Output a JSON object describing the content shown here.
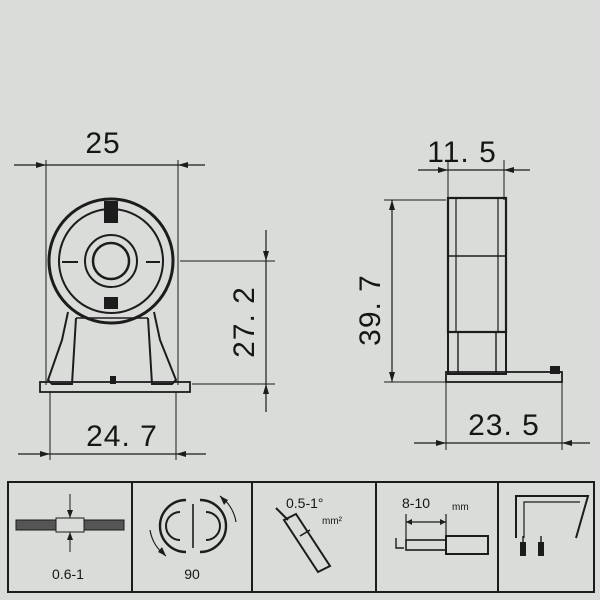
{
  "front_view": {
    "width_top": "25",
    "width_bottom": "24. 7",
    "height": "27. 2"
  },
  "side_view": {
    "depth_top": "11. 5",
    "height": "39. 7",
    "depth_bottom": "23. 5"
  },
  "spec_cells": [
    {
      "icon": "panel-thickness-icon",
      "label": "0.6-1"
    },
    {
      "icon": "rotation-icon",
      "label": "90"
    },
    {
      "icon": "wire-gauge-icon",
      "label": "0.5-1°",
      "unit": "mm²"
    },
    {
      "icon": "strip-length-icon",
      "label": "8-10",
      "unit": "mm"
    },
    {
      "icon": "connector-pins-icon",
      "label": ""
    }
  ],
  "colors": {
    "background": "#d9dcd9",
    "ink": "#1c1c1c"
  }
}
